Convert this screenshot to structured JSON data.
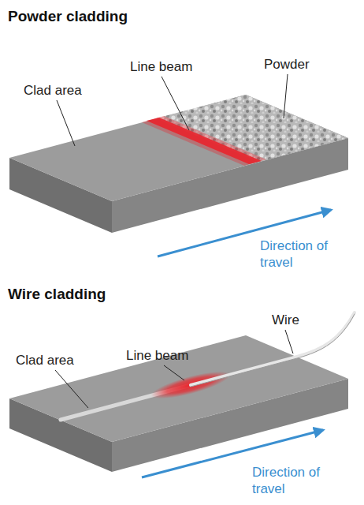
{
  "diagram": {
    "labels": [
      "Powder cladding",
      "Clad area",
      "Line beam",
      "Powder",
      "Direction of travel",
      "Wire cladding",
      "Clad area",
      "Line beam",
      "Wire",
      "Direction of travel"
    ]
  }
}
